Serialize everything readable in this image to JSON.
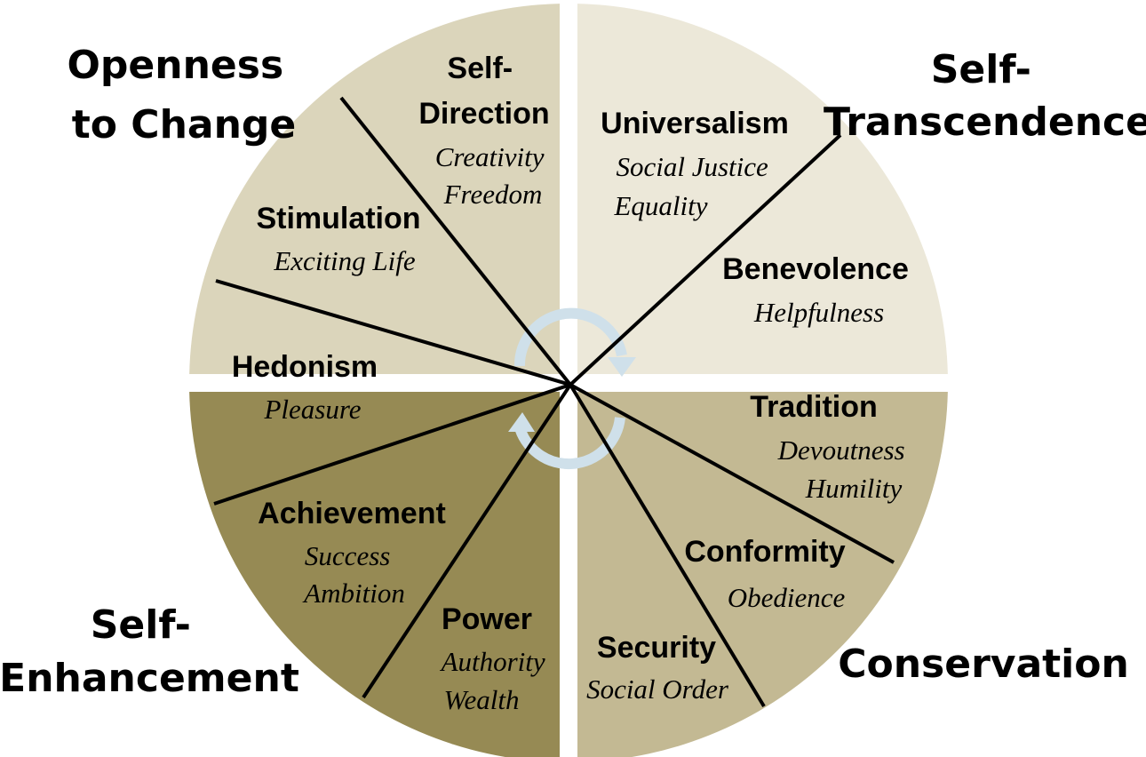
{
  "colors": {
    "openness": "#dbd5bb",
    "transcendence": "#ece8d9",
    "enhancement": "#968a54",
    "conservation": "#c3b993",
    "arrows": "#cfe0ea",
    "lines": "#000000"
  },
  "quadrants": {
    "openness": [
      "Openness",
      "to Change"
    ],
    "transcendence": [
      "Self-",
      "Transcendence"
    ],
    "enhancement": [
      "Self-",
      "Enhancement"
    ],
    "conservation": [
      "Conservation"
    ]
  },
  "values": {
    "self_direction": {
      "name": [
        "Self-",
        "Direction"
      ],
      "desc": [
        "Creativity",
        "Freedom"
      ]
    },
    "stimulation": {
      "name": [
        "Stimulation"
      ],
      "desc": [
        "Exciting Life"
      ]
    },
    "hedonism": {
      "name": [
        "Hedonism"
      ],
      "desc": [
        "Pleasure"
      ]
    },
    "achievement": {
      "name": [
        "Achievement"
      ],
      "desc": [
        "Success",
        "Ambition"
      ]
    },
    "power": {
      "name": [
        "Power"
      ],
      "desc": [
        "Authority",
        "Wealth"
      ]
    },
    "security": {
      "name": [
        "Security"
      ],
      "desc": [
        "Social Order"
      ]
    },
    "conformity": {
      "name": [
        "Conformity"
      ],
      "desc": [
        "Obedience"
      ]
    },
    "tradition": {
      "name": [
        "Tradition"
      ],
      "desc": [
        "Devoutness",
        "Humility"
      ]
    },
    "benevolence": {
      "name": [
        "Benevolence"
      ],
      "desc": [
        "Helpfulness"
      ]
    },
    "universalism": {
      "name": [
        "Universalism"
      ],
      "desc": [
        "Social Justice",
        "Equality"
      ]
    }
  }
}
